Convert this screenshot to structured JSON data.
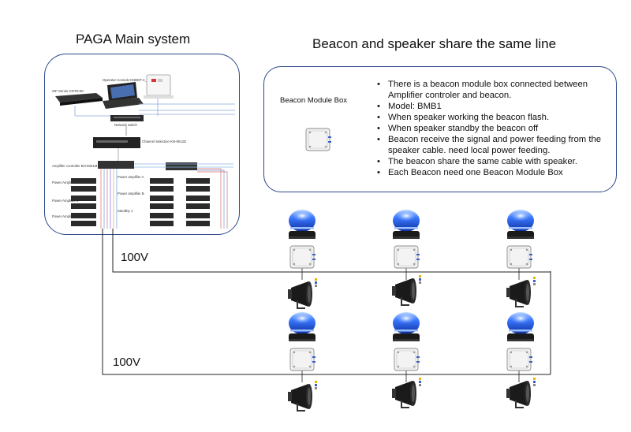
{
  "titles": {
    "main_system": "PAGA Main system",
    "share_line": "Beacon and speaker share the same line"
  },
  "paga_labels": {
    "sip_server": "SIP  Server KNTD-50",
    "operator_console": "Operator  Console KNDDT-2_A17",
    "network_switch": "Network  switch",
    "channel_selector": "Channel Selection KN-9012D",
    "amplifier_controller": "Amplifier controller  BH-9021M",
    "power_amplifier_1": "Power Amplifier 1",
    "power_amplifier_2": "Power Amplifier 2",
    "power_amplifier_3": "Power Amplifier 3",
    "power_amp_a": "Power amplifier A",
    "power_amp_b": "Power amplifier B",
    "standby": "Standby 1"
  },
  "info": {
    "module_label": "Beacon Module Box",
    "bullets": [
      "There is a beacon module box connected between  Amplifier controler and beacon.",
      "Model: BMB1",
      "When speaker working the beacon flash.",
      "When speaker standby the beacon off",
      "Beacon receive the signal and power feeding from the speaker cable. need local power feeding.",
      "The beacon share the same cable with speaker.",
      "Each Beacon need one Beacon Module Box"
    ]
  },
  "lines": {
    "line1_voltage": "100V",
    "line2_voltage": "100V"
  },
  "colors": {
    "box_border": "#2d4a8a",
    "beacon_blue": "#3a78ff",
    "wire": "#222222"
  }
}
